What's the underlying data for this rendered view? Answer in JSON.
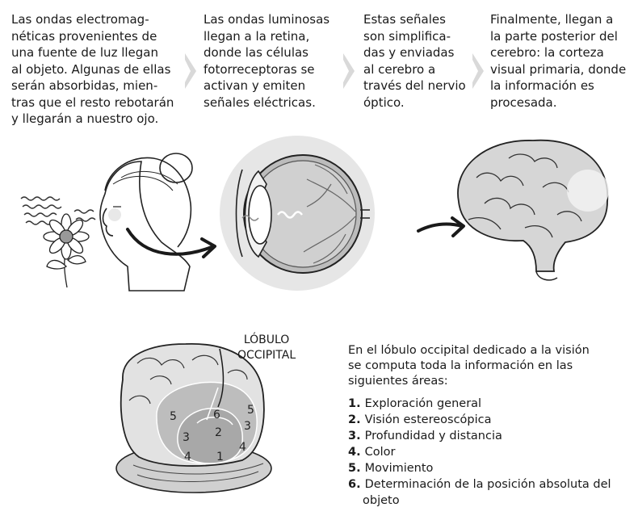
{
  "steps": [
    {
      "text": "Las ondas electromag-\nnéticas provenientes de\nuna fuente de luz llegan\nal objeto. Algunas de ellas\nserán absorbidas, mien-\ntras que el resto rebotarán\ny llegarán a nuestro ojo."
    },
    {
      "text": "Las ondas luminosas\nllegan a la retina,\ndonde las células\nfotorreceptoras se\nactivan y emiten\nseñales eléctricas."
    },
    {
      "text": "Estas señales\nson simplifica-\ndas y enviadas\nal cerebro a\ntravés del nervio\nóptico."
    },
    {
      "text": "Finalmente, llegan a\nla parte posterior del\ncerebro: la corteza\nvisual primaria, donde\nla información es\nprocesada."
    }
  ],
  "occipital_label": "LÓBULO\nOCCIPITAL",
  "intro": "En el lóbulo occipital dedicado a la visión\nse computa toda la información en las\nsiguientes áreas:",
  "areas": [
    {
      "num": "1.",
      "text": "Exploración general"
    },
    {
      "num": "2.",
      "text": "Visión estereoscópica"
    },
    {
      "num": "3.",
      "text": "Profundidad y distancia"
    },
    {
      "num": "4.",
      "text": "Color"
    },
    {
      "num": "5.",
      "text": "Movimiento"
    },
    {
      "num": "6.",
      "text": "Determinación de la posición absoluta del objeto"
    }
  ],
  "zones": {
    "z1": "1",
    "z2": "2",
    "z3a": "3",
    "z3b": "3",
    "z4a": "4",
    "z4b": "4",
    "z5a": "5",
    "z5b": "5",
    "z6": "6"
  },
  "colors": {
    "chevron": "#d9d9d9",
    "eye_bg": "#e6e6e6",
    "ink": "#1a1a1a"
  }
}
